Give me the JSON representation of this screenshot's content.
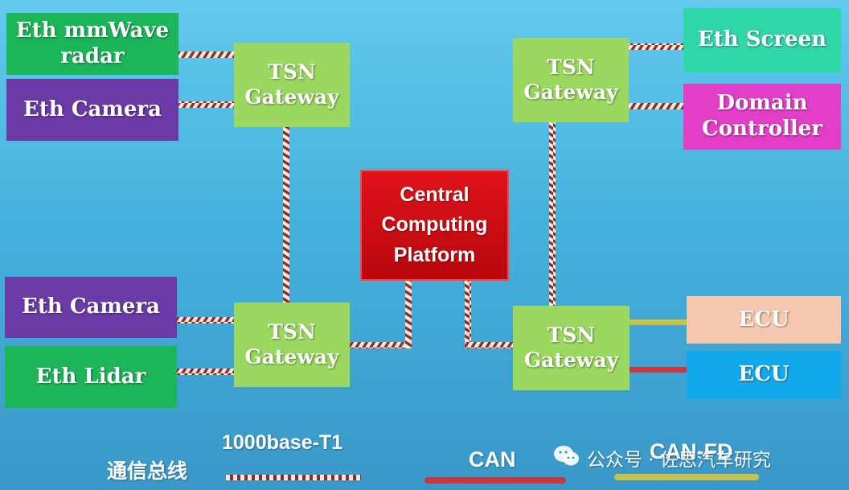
{
  "nodes": {
    "eth_mmwave_radar": "Eth mmWave\nradar",
    "eth_camera_top": "Eth Camera",
    "eth_camera_bottom": "Eth Camera",
    "eth_lidar": "Eth Lidar",
    "eth_screen": "Eth Screen",
    "domain_controller": "Domain\nController",
    "ecu_top": "ECU",
    "ecu_bottom": "ECU",
    "tsn_gateway_top_left": "TSN\nGateway",
    "tsn_gateway_bottom_left": "TSN\nGateway",
    "tsn_gateway_top_right": "TSN\nGateway",
    "tsn_gateway_bottom_right": "TSN\nGateway",
    "central_computing_platform": "Central\nComputing\nPlatform"
  },
  "legend": {
    "title": "通信总线",
    "items": [
      {
        "label": "1000base-T1",
        "style": "twisted-pair"
      },
      {
        "label": "CAN",
        "color": "#c8383a"
      },
      {
        "label": "CAN-FD",
        "color": "#c9c14a"
      }
    ]
  },
  "watermark": {
    "text": "公众号 · 佐思汽车研究",
    "icon": "wechat-icon"
  },
  "colors": {
    "green_device": "#1cb55a",
    "purple_device": "#6a3aa6",
    "teal_device": "#2fd7a8",
    "magenta_device": "#e23ec8",
    "peach_device": "#f5c7ae",
    "blue_device": "#12a9ec",
    "gateway": "#9ad85f",
    "central": "#d10c12",
    "can": "#c8383a",
    "can_fd": "#c9c14a"
  }
}
